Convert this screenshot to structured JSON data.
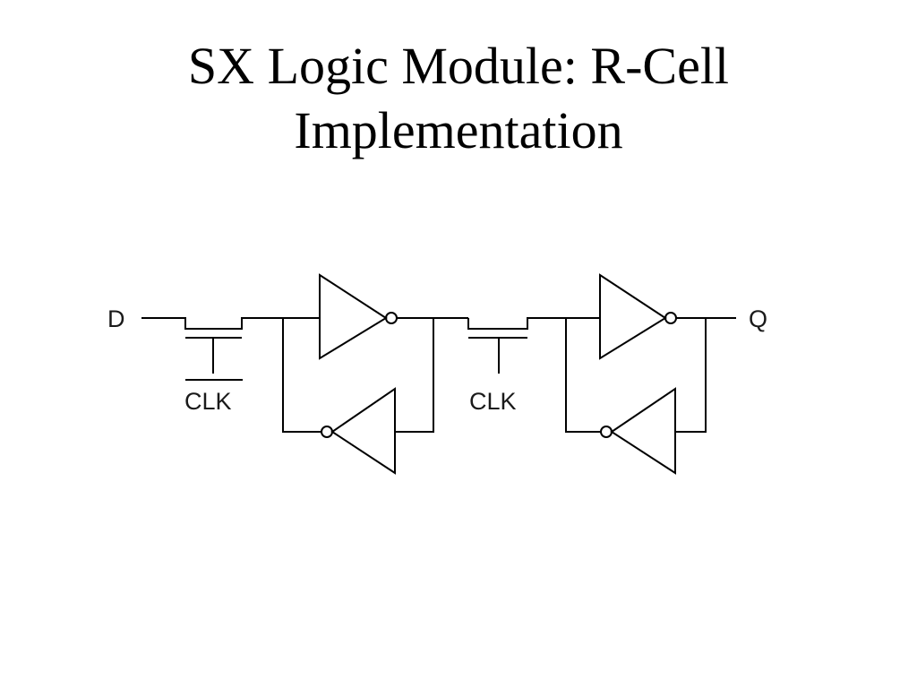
{
  "title": {
    "line1": "SX Logic Module: R-Cell",
    "line2": "Implementation"
  },
  "diagram": {
    "labels": {
      "input_d": "D",
      "clk_bar": "CLK",
      "clk": "CLK",
      "output_q": "Q"
    },
    "colors": {
      "stroke": "#000000",
      "text": "#1a1a1a",
      "background": "#ffffff"
    }
  }
}
